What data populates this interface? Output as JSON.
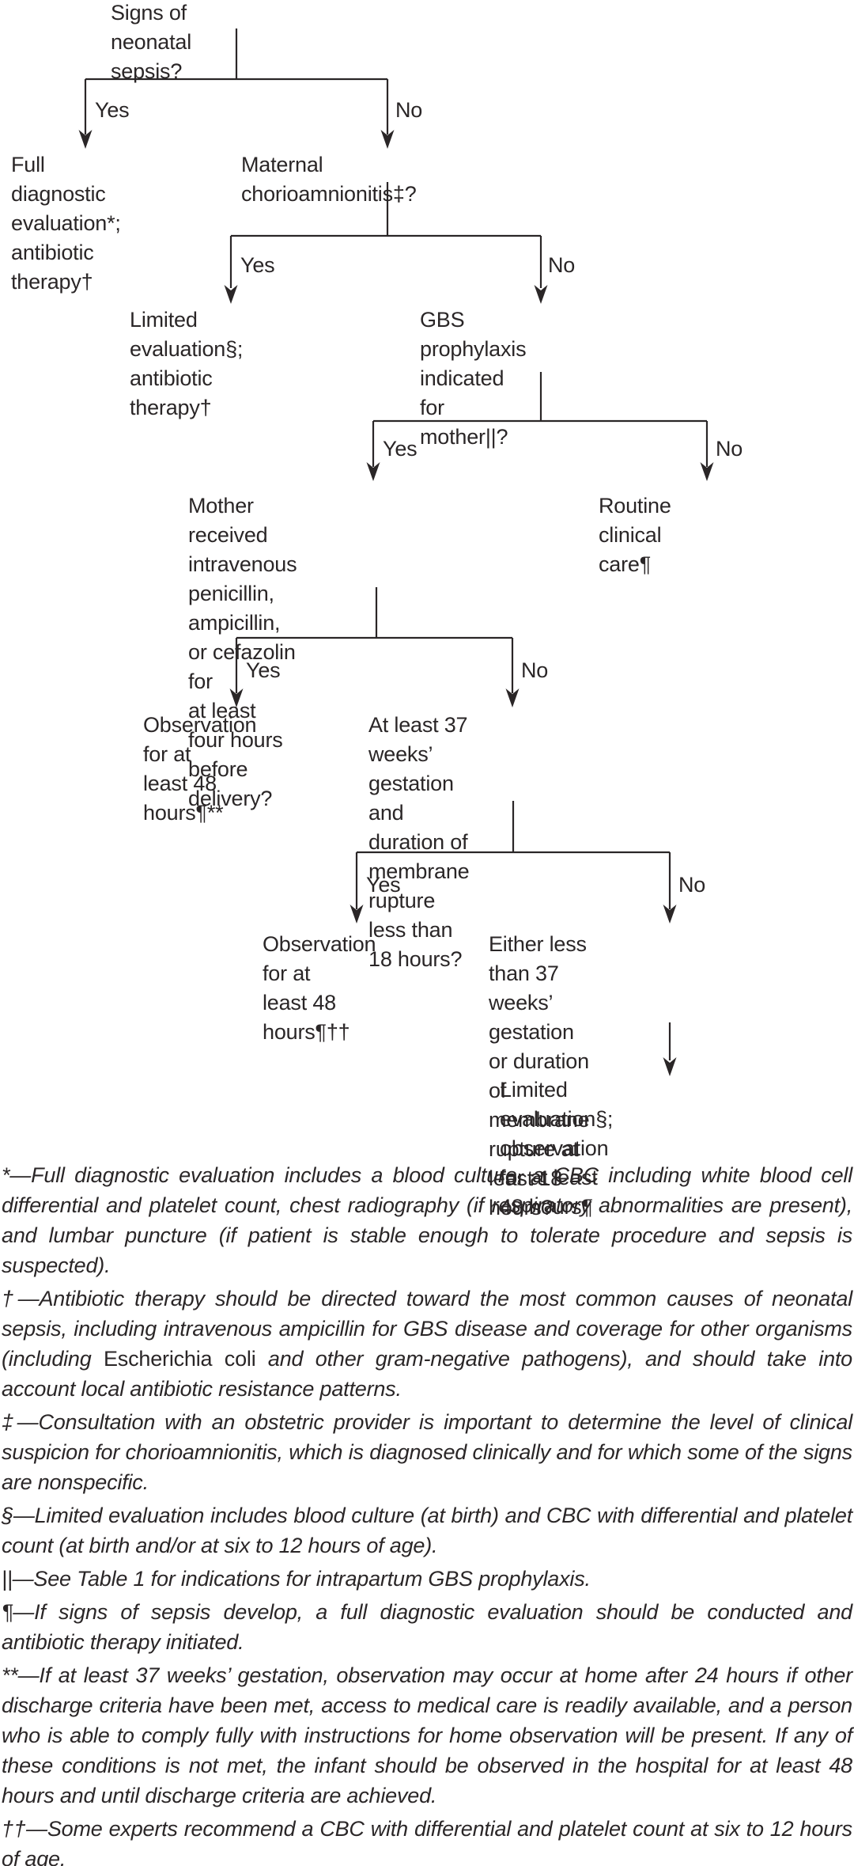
{
  "colors": {
    "ink": "#2a2627",
    "background": "#ffffff"
  },
  "flow": {
    "nodes": {
      "signs": {
        "text": "Signs of neonatal sepsis?"
      },
      "full_diagnostic": {
        "text": "Full diagnostic\nevaluation*;\nantibiotic therapy†"
      },
      "maternal": {
        "text": "Maternal chorioamnionitis‡?"
      },
      "limited_antibiotic": {
        "text": "Limited evaluation§;\nantibiotic therapy†"
      },
      "gbs": {
        "text": "GBS prophylaxis\nindicated for mother||?"
      },
      "mother_received": {
        "text": "Mother received intravenous\npenicillin, ampicillin, or cefazolin for\nat least four hours before delivery?"
      },
      "routine": {
        "text": "Routine clinical care¶"
      },
      "observation_star": {
        "text": "Observation for at\nleast 48 hours¶**"
      },
      "gestation_37": {
        "text": "At least 37 weeks’ gestation\nand duration of membrane\nrupture less than 18 hours?"
      },
      "observation_dagger": {
        "text": "Observation for at\nleast 48 hours¶††"
      },
      "either_less": {
        "text": "Either less than 37 weeks’\ngestation or duration of membrane\nrupture at least 18 hours?"
      },
      "limited_observation": {
        "text": "Limited evaluation§; observation\nfor at least 48 hours¶"
      }
    },
    "branches": [
      {
        "yes": "Yes",
        "no": "No"
      },
      {
        "yes": "Yes",
        "no": "No"
      },
      {
        "yes": "Yes",
        "no": "No"
      },
      {
        "yes": "Yes",
        "no": "No"
      },
      {
        "yes": "Yes",
        "no": "No"
      }
    ]
  },
  "footnotes": [
    {
      "parts": [
        {
          "italic": true,
          "text": "*—Full diagnostic evaluation includes a blood culture, a CBC including white blood cell differential and platelet count, chest radiography (if respiratory abnormalities are present), and lumbar puncture (if patient is stable enough to tolerate procedure and sepsis is suspected)."
        }
      ]
    },
    {
      "parts": [
        {
          "italic": true,
          "text": "†—Antibiotic therapy should be directed toward the most common causes of neonatal sepsis, including intravenous ampicillin for GBS disease and coverage for other organisms (including "
        },
        {
          "italic": false,
          "text": "Escherichia coli"
        },
        {
          "italic": true,
          "text": " and other gram-negative pathogens), and should take into account local antibiotic resistance patterns."
        }
      ]
    },
    {
      "parts": [
        {
          "italic": true,
          "text": "‡—Consultation with an obstetric provider is important to determine the level of clinical suspicion for chorioamnionitis, which is diagnosed clinically and for which some of the signs are nonspecific."
        }
      ]
    },
    {
      "parts": [
        {
          "italic": true,
          "text": "§—Limited evaluation includes blood culture (at birth) and CBC with differential and platelet count (at birth and/or at six to 12 hours of age)."
        }
      ]
    },
    {
      "parts": [
        {
          "italic": true,
          "text": "||—See Table 1 for indications for intrapartum GBS prophylaxis."
        }
      ]
    },
    {
      "parts": [
        {
          "italic": true,
          "text": "¶—If signs of sepsis develop, a full diagnostic evaluation should be conducted and antibiotic therapy initiated."
        }
      ]
    },
    {
      "parts": [
        {
          "italic": true,
          "text": "**—If at least 37 weeks’ gestation, observation may occur at home after 24 hours if other discharge criteria have been met, access to medical care is readily available, and a person who is able to comply fully with instructions for home observation will be present. If any of these conditions is not met, the infant should be observed in the hospital for at least 48 hours and until discharge criteria are achieved."
        }
      ]
    },
    {
      "parts": [
        {
          "italic": true,
          "text": "††—Some experts recommend a CBC with differential and platelet count at six to 12 hours of age."
        }
      ]
    }
  ]
}
